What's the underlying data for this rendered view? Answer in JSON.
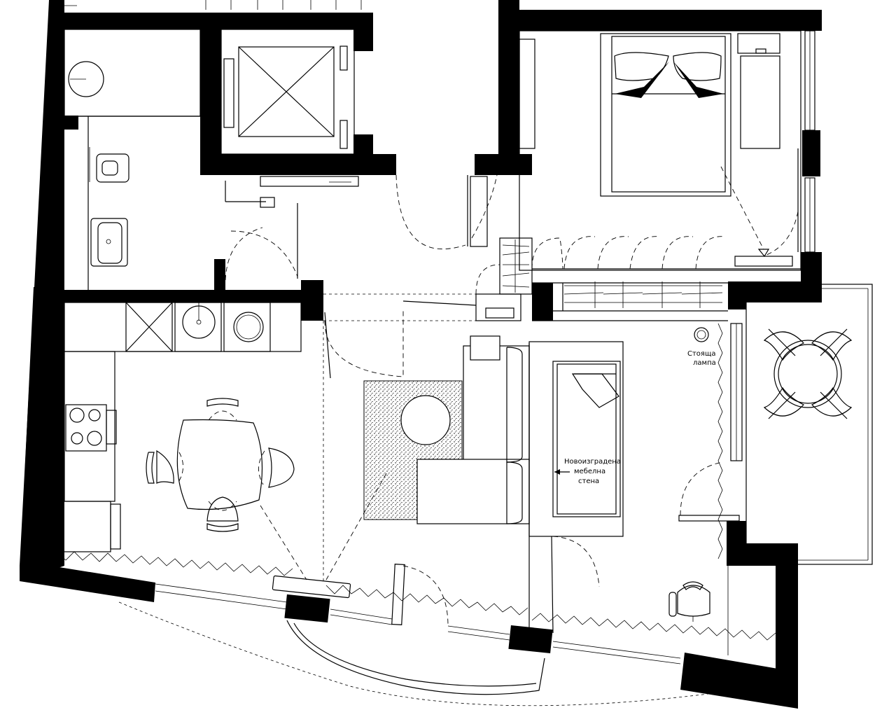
{
  "labels": {
    "standing_lamp_line1": "Стояща",
    "standing_lamp_line2": "лампа",
    "furniture_wall_line1": "Новоизградена",
    "furniture_wall_line2": "мебелна",
    "furniture_wall_line3": "стена"
  }
}
